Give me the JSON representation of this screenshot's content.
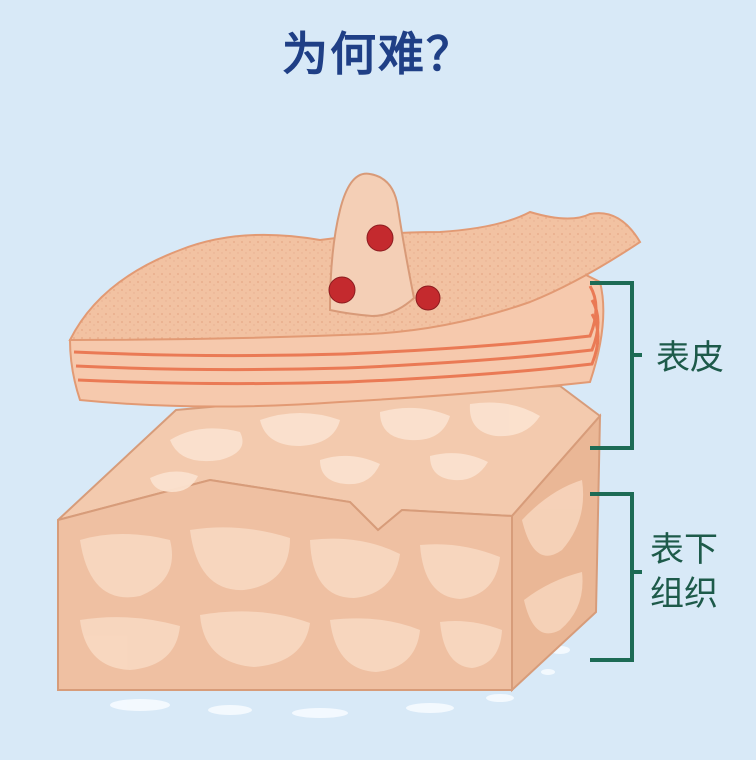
{
  "title": "为何难？",
  "labels": {
    "epidermis": "表皮",
    "subcutaneous_line1": "表下",
    "subcutaneous_line2": "组织"
  },
  "colors": {
    "background": "#d8e9f7",
    "title": "#1f3f86",
    "bracket": "#1d6b55",
    "skin": "#f2c2a2",
    "skin_light": "#f9dcc6",
    "skin_stripe": "#ea7a55",
    "tissue": "#f0c4a8",
    "tissue_light": "#fae3cf",
    "dots": "#c42a2e"
  },
  "icons": [
    "hair-follicle-icon",
    "red-dot-icon"
  ]
}
